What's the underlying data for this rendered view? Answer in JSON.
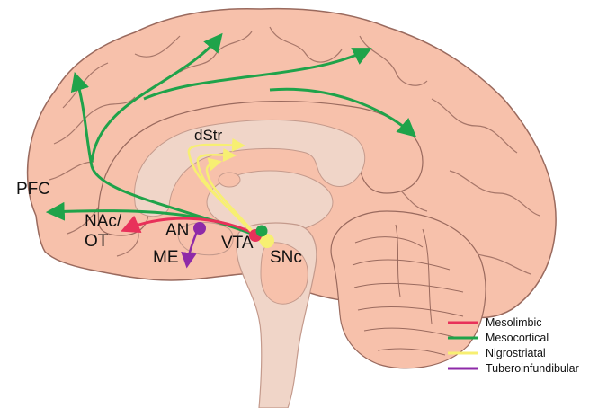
{
  "labels": {
    "pfc": "PFC",
    "nac_ot_line1": "NAc/",
    "nac_ot_line2": "OT",
    "an": "AN",
    "me": "ME",
    "vta": "VTA",
    "snc": "SNc",
    "dstr": "dStr"
  },
  "legend": {
    "items": [
      {
        "label": "Mesolimbic",
        "color": "#e8315a"
      },
      {
        "label": "Mesocortical",
        "color": "#1fa34a"
      },
      {
        "label": "Nigrostriatal",
        "color": "#f7ef72"
      },
      {
        "label": "Tuberoinfundibular",
        "color": "#8e2aa8"
      }
    ]
  },
  "colors": {
    "brain_fill": "#f7c1ab",
    "brain_stroke": "#9a6a5e",
    "inner_fill": "#f0d5c8",
    "mesolimbic": "#e8315a",
    "mesocortical": "#1fa34a",
    "nigrostriatal": "#f7ef72",
    "tuberoinfundibular": "#8e2aa8"
  }
}
